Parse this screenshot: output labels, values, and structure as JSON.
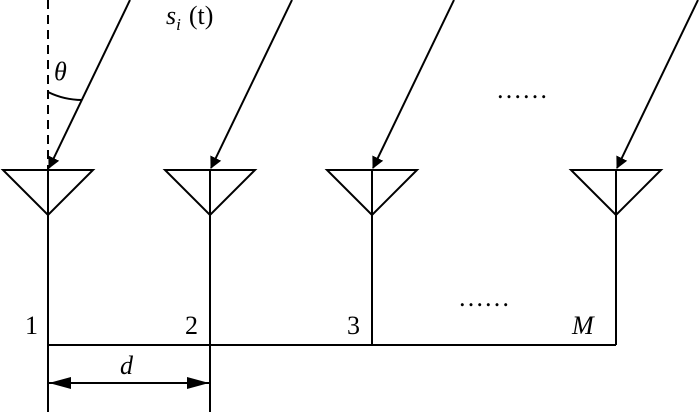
{
  "signal_label": "s",
  "signal_subscript": "i",
  "signal_arg": "(t)",
  "angle_label": "θ",
  "ellipsis_top": "……",
  "ellipsis_bottom": "……",
  "element_labels": [
    "1",
    "2",
    "3",
    "M"
  ],
  "spacing_label": "d"
}
